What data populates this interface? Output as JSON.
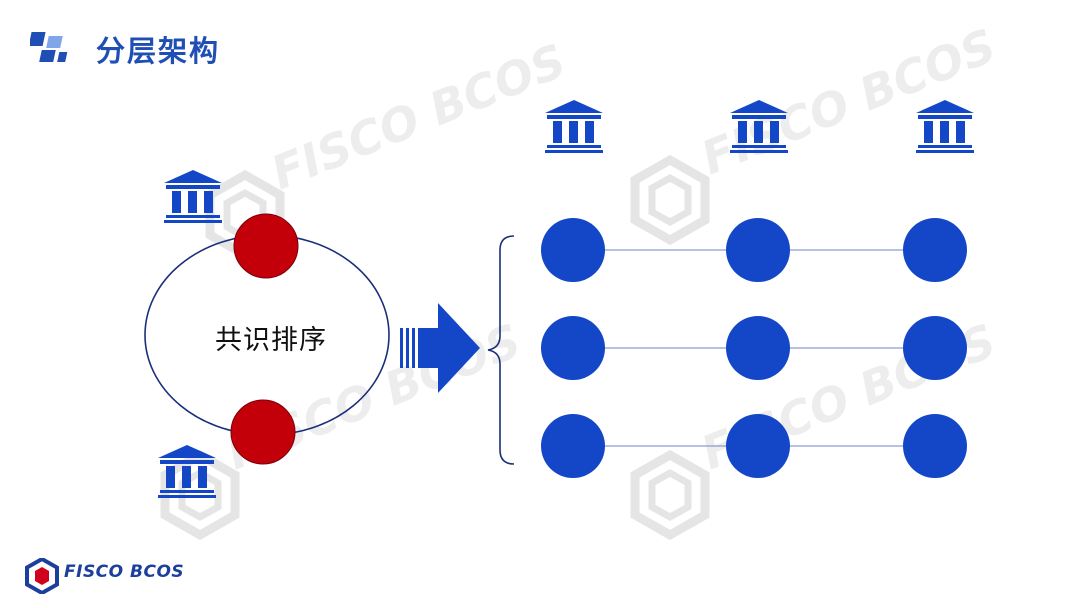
{
  "slide": {
    "title": "分层架构",
    "consensus_label": "共识排序",
    "footer_brand": "FISCO BCOS",
    "watermark_text": "FISCO BCOS"
  },
  "colors": {
    "accent_blue": "#1447c8",
    "consensus_red": "#c3000a",
    "title_blue": "#1f4fb5",
    "line": "#6f86c4"
  },
  "icons": {
    "institution": "bank-building-icon",
    "brand_logo": "fisco-bcos-logo-icon",
    "header_logo": "squares-logo-icon",
    "arrow": "right-arrow-icon"
  },
  "diagram": {
    "left_group": {
      "consensus_nodes": 2,
      "institutions": 2
    },
    "right_group": {
      "rows": 3,
      "columns": 3,
      "institutions": 3
    }
  }
}
